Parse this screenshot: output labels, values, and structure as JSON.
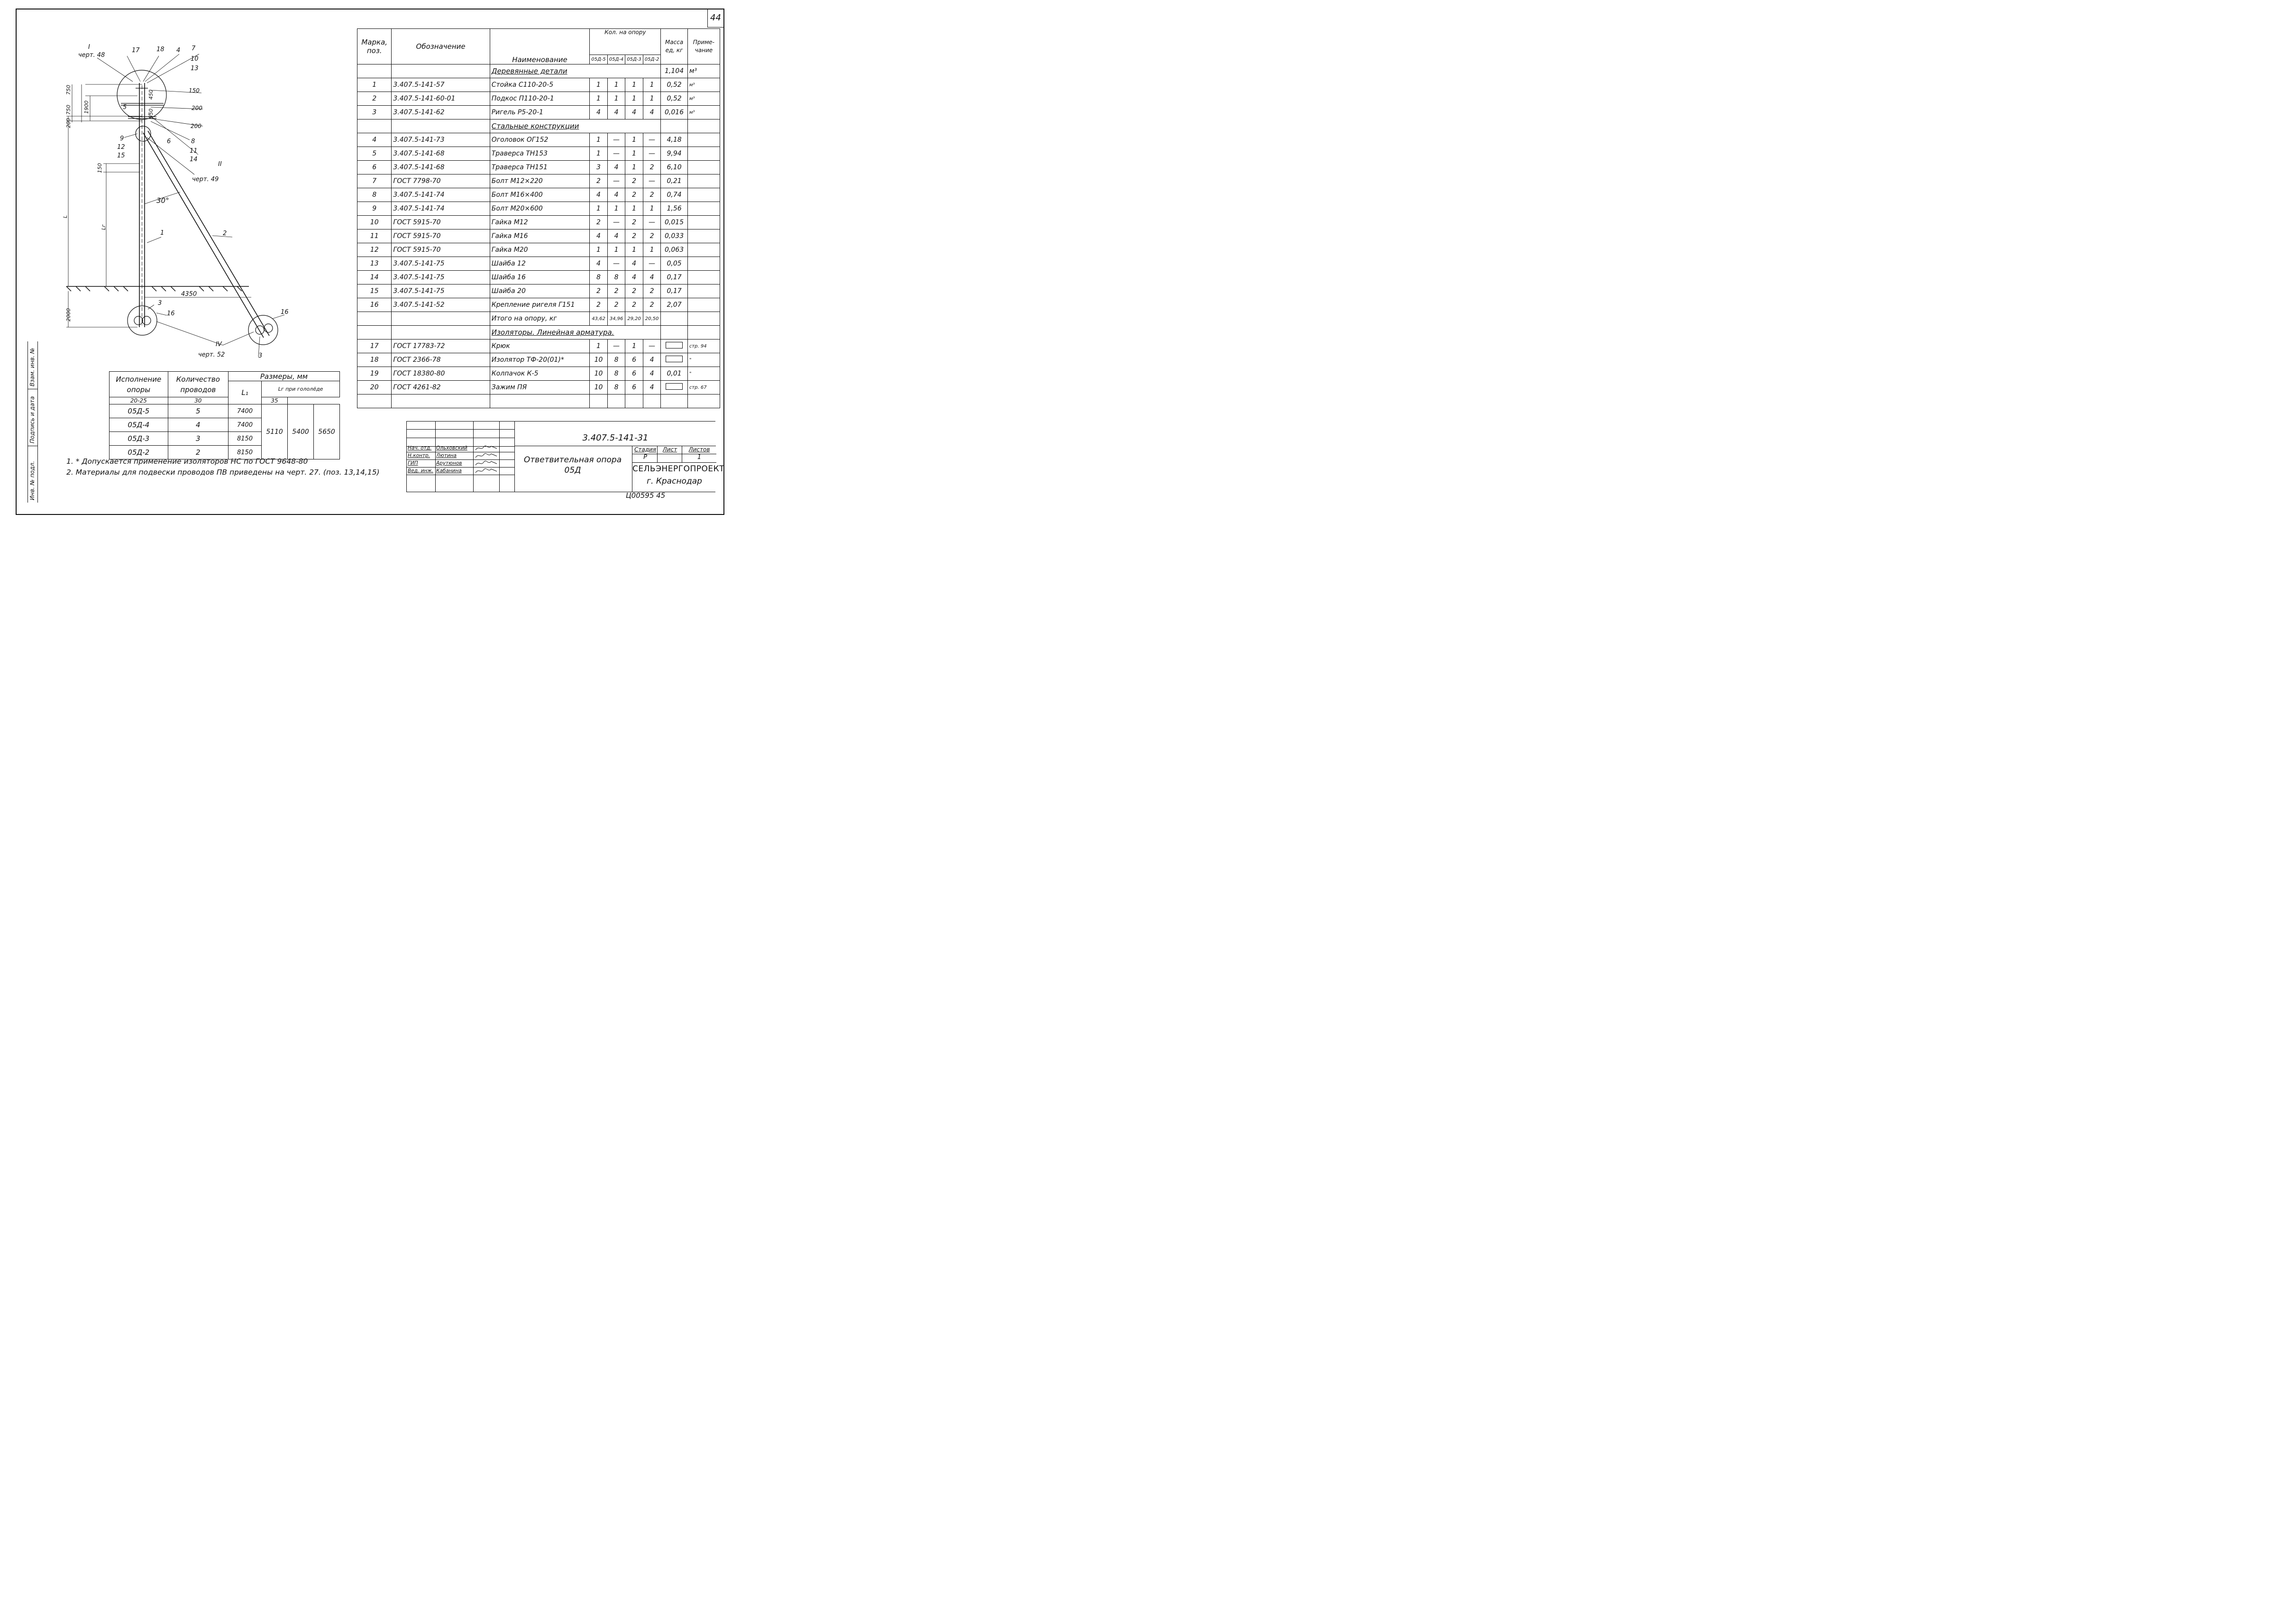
{
  "sheet_number": "44",
  "drawing": {
    "labels": {
      "cherts": [
        "I",
        "черт. 48",
        "II",
        "черт. 49",
        "IV",
        "черт. 52"
      ],
      "pos": [
        "17",
        "18",
        "4",
        "7",
        "10",
        "13",
        "5",
        "6",
        "9",
        "12",
        "15",
        "8",
        "11",
        "14",
        "1",
        "2",
        "3",
        "16",
        "16",
        "3"
      ],
      "dims": [
        "750",
        "750",
        "200",
        "1900",
        "450",
        "550",
        "150",
        "200",
        "200",
        "150",
        "L",
        "Lг",
        "30°",
        "4350",
        "2000"
      ]
    }
  },
  "spec": {
    "headers": {
      "mark": "Марка, поз.",
      "designation": "Обозначение",
      "name": "Наименование",
      "qty": "Кол. на опору",
      "variants": [
        "05Д-5",
        "05Д-4",
        "05Д-3",
        "05Д-2"
      ],
      "mass": "Масса ед, кг",
      "note": "Приме- чание"
    },
    "rows": [
      {
        "section": "Деревянные детали",
        "mass": "1,104",
        "note": "м³"
      },
      {
        "pos": "1",
        "des": "3.407.5-141-57",
        "name": "Стойка С110-20-5",
        "q": [
          "1",
          "1",
          "1",
          "1"
        ],
        "mass": "0,52",
        "note": "м³"
      },
      {
        "pos": "2",
        "des": "3.407.5-141-60-01",
        "name": "Подкос П110-20-1",
        "q": [
          "1",
          "1",
          "1",
          "1"
        ],
        "mass": "0,52",
        "note": "м³"
      },
      {
        "pos": "3",
        "des": "3.407.5-141-62",
        "name": "Ригель Р5-20-1",
        "q": [
          "4",
          "4",
          "4",
          "4"
        ],
        "mass": "0,016",
        "note": "м³"
      },
      {
        "section": "Стальные конструкции"
      },
      {
        "pos": "4",
        "des": "3.407.5-141-73",
        "name": "Оголовок ОГ152",
        "q": [
          "1",
          "—",
          "1",
          "—"
        ],
        "mass": "4,18",
        "note": ""
      },
      {
        "pos": "5",
        "des": "3.407.5-141-68",
        "name": "Траверса ТН153",
        "q": [
          "1",
          "—",
          "1",
          "—"
        ],
        "mass": "9,94",
        "note": ""
      },
      {
        "pos": "6",
        "des": "3.407.5-141-68",
        "name": "Траверса ТН151",
        "q": [
          "3",
          "4",
          "1",
          "2"
        ],
        "mass": "6,10",
        "note": ""
      },
      {
        "pos": "7",
        "des": "ГОСТ 7798-70",
        "name": "Болт М12×220",
        "q": [
          "2",
          "—",
          "2",
          "—"
        ],
        "mass": "0,21",
        "note": ""
      },
      {
        "pos": "8",
        "des": "3.407.5-141-74",
        "name": "Болт М16×400",
        "q": [
          "4",
          "4",
          "2",
          "2"
        ],
        "mass": "0,74",
        "note": ""
      },
      {
        "pos": "9",
        "des": "3.407.5-141-74",
        "name": "Болт М20×600",
        "q": [
          "1",
          "1",
          "1",
          "1"
        ],
        "mass": "1,56",
        "note": ""
      },
      {
        "pos": "10",
        "des": "ГОСТ 5915-70",
        "name": "Гайка М12",
        "q": [
          "2",
          "—",
          "2",
          "—"
        ],
        "mass": "0,015",
        "note": ""
      },
      {
        "pos": "11",
        "des": "ГОСТ 5915-70",
        "name": "Гайка М16",
        "q": [
          "4",
          "4",
          "2",
          "2"
        ],
        "mass": "0,033",
        "note": ""
      },
      {
        "pos": "12",
        "des": "ГОСТ 5915-70",
        "name": "Гайка М20",
        "q": [
          "1",
          "1",
          "1",
          "1"
        ],
        "mass": "0,063",
        "note": ""
      },
      {
        "pos": "13",
        "des": "3.407.5-141-75",
        "name": "Шайба 12",
        "q": [
          "4",
          "—",
          "4",
          "—"
        ],
        "mass": "0,05",
        "note": ""
      },
      {
        "pos": "14",
        "des": "3.407.5-141-75",
        "name": "Шайба 16",
        "q": [
          "8",
          "8",
          "4",
          "4"
        ],
        "mass": "0,17",
        "note": ""
      },
      {
        "pos": "15",
        "des": "3.407.5-141-75",
        "name": "Шайба 20",
        "q": [
          "2",
          "2",
          "2",
          "2"
        ],
        "mass": "0,17",
        "note": ""
      },
      {
        "pos": "16",
        "des": "3.407.5-141-52",
        "name": "Крепление ригеля Г151",
        "q": [
          "2",
          "2",
          "2",
          "2"
        ],
        "mass": "2,07",
        "note": ""
      },
      {
        "name": "Итого на опору, кг",
        "q": [
          "43,62",
          "34,96",
          "29,20",
          "20,50"
        ],
        "mass": "",
        "note": ""
      },
      {
        "section": "Изоляторы. Линейная арматура."
      },
      {
        "pos": "17",
        "des": "ГОСТ 17783-72",
        "name": "Крюк",
        "q": [
          "1",
          "—",
          "1",
          "—"
        ],
        "mass_box": true,
        "note": "стр. 94"
      },
      {
        "pos": "18",
        "des": "ГОСТ 2366-78",
        "name": "Изолятор ТФ-20(01)*",
        "q": [
          "10",
          "8",
          "6",
          "4"
        ],
        "mass_box": true,
        "note": "\""
      },
      {
        "pos": "19",
        "des": "ГОСТ 18380-80",
        "name": "Колпачок К-5",
        "q": [
          "10",
          "8",
          "6",
          "4"
        ],
        "mass": "0,01",
        "note": "\""
      },
      {
        "pos": "20",
        "des": "ГОСТ 4261-82",
        "name": "Зажим ПЯ",
        "q": [
          "10",
          "8",
          "6",
          "4"
        ],
        "mass_box": true,
        "note": "стр. 67"
      },
      {}
    ]
  },
  "variants_table": {
    "headers": {
      "variant": "Исполнение опоры",
      "count": "Количество проводов",
      "sizes": "Размеры, мм",
      "l1": "L₁",
      "lg": "Lг при гололёде",
      "lg_cols": [
        "20-25",
        "30",
        "35"
      ]
    },
    "rows": [
      {
        "v": "05Д-5",
        "n": "5",
        "l1": "7400"
      },
      {
        "v": "05Д-4",
        "n": "4",
        "l1": "7400"
      },
      {
        "v": "05Д-3",
        "n": "3",
        "l1": "8150"
      },
      {
        "v": "05Д-2",
        "n": "2",
        "l1": "8150"
      }
    ],
    "lg_values": [
      "5110",
      "5400",
      "5650"
    ]
  },
  "notes": [
    "1. * Допускается применение изоляторов НС по ГОСТ 9648-80",
    "2. Материалы для подвески проводов ПВ приведены на черт. 27. (поз. 13,14,15)"
  ],
  "title_block": {
    "doc_number": "3.407.5-141-31",
    "title_line1": "Ответвительная опора",
    "title_line2": "05Д",
    "stage_label": "Стадия",
    "sheet_label": "Лист",
    "sheets_label": "Листов",
    "stage": "Р",
    "sheets": "1",
    "org": "СЕЛЬЭНЕРГОПРОЕКТ",
    "city": "г. Краснодар",
    "roles": [
      {
        "role": "Нач. отд.",
        "name": "Ольховский"
      },
      {
        "role": "Н.контр.",
        "name": "Лютина"
      },
      {
        "role": "ГИП",
        "name": "Арутюнов"
      },
      {
        "role": "Вед. инж.",
        "name": "Кабанина"
      }
    ],
    "archive_number": "Ц00595 45"
  },
  "sidebar": [
    "Инв. № подл.",
    "Подпись и дата",
    "Взам. инв. №"
  ]
}
